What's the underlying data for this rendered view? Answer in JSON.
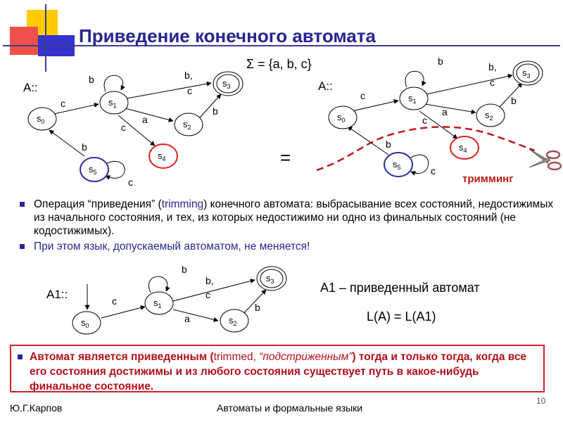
{
  "title": "Приведение конечного автомата",
  "sigma": "Σ = {a, b, c}",
  "equals": "=",
  "trimming_label": "тримминг",
  "automaton_A": {
    "name": "A::",
    "states": [
      "s0",
      "s1",
      "s2",
      "s3",
      "s4",
      "s5"
    ],
    "accepting": [
      "s3"
    ],
    "removed_states": [
      "s4",
      "s5"
    ],
    "transitions": [
      {
        "from": "s0",
        "to": "s1",
        "label": "c"
      },
      {
        "from": "s1",
        "to": "s1",
        "label": "b"
      },
      {
        "from": "s1",
        "to": "s3",
        "label": "b, c"
      },
      {
        "from": "s1",
        "to": "s2",
        "label": "a"
      },
      {
        "from": "s2",
        "to": "s3",
        "label": "b"
      },
      {
        "from": "s1",
        "to": "s4",
        "label": "c"
      },
      {
        "from": "s5",
        "to": "s0",
        "label": "b"
      },
      {
        "from": "s5",
        "to": "s5",
        "label": "c"
      }
    ]
  },
  "automaton_A1": {
    "name": "A1::",
    "states": [
      "s0",
      "s1",
      "s2",
      "s3"
    ],
    "accepting": [
      "s3"
    ],
    "transitions": [
      {
        "from": "s0",
        "to": "s1",
        "label": "c"
      },
      {
        "from": "s1",
        "to": "s1",
        "label": "b"
      },
      {
        "from": "s1",
        "to": "s3",
        "label": "b, c"
      },
      {
        "from": "s1",
        "to": "s2",
        "label": "a"
      },
      {
        "from": "s2",
        "to": "s3",
        "label": "b"
      }
    ]
  },
  "bullets": [
    {
      "text_before": "Операция “приведения” (",
      "keyword": "trimming",
      "text_after": ") конечного автомата: выбрасывание всех состояний, недостижимых из начального состояния, и тех, из которых недостижимо ни одно из финальных состояний (не кодостижимых)."
    },
    {
      "text": "При этом язык, допускаемый автоматом, не меняется!"
    }
  ],
  "a1_definition": "A1 – приведенный автомат",
  "language_equality": "L(A)  =  L(A1)",
  "definition_box": {
    "part1": "Автомат является приведенным (",
    "term": "trimmed, ",
    "term_ru": "“подстриженным”",
    "part2": ") тогда и только тогда, когда все его состояния достижимы и из любого состояния существует путь в какое-нибудь финальное состояние."
  },
  "footer": {
    "author": "Ю.Г.Карпов",
    "course": "Автоматы и формальные языки",
    "page": "10"
  },
  "colors": {
    "title": "#26268f",
    "accent_red": "#d0202a",
    "removed_state_red": "#e02020",
    "removed_state_blue": "#2a2aa0"
  }
}
